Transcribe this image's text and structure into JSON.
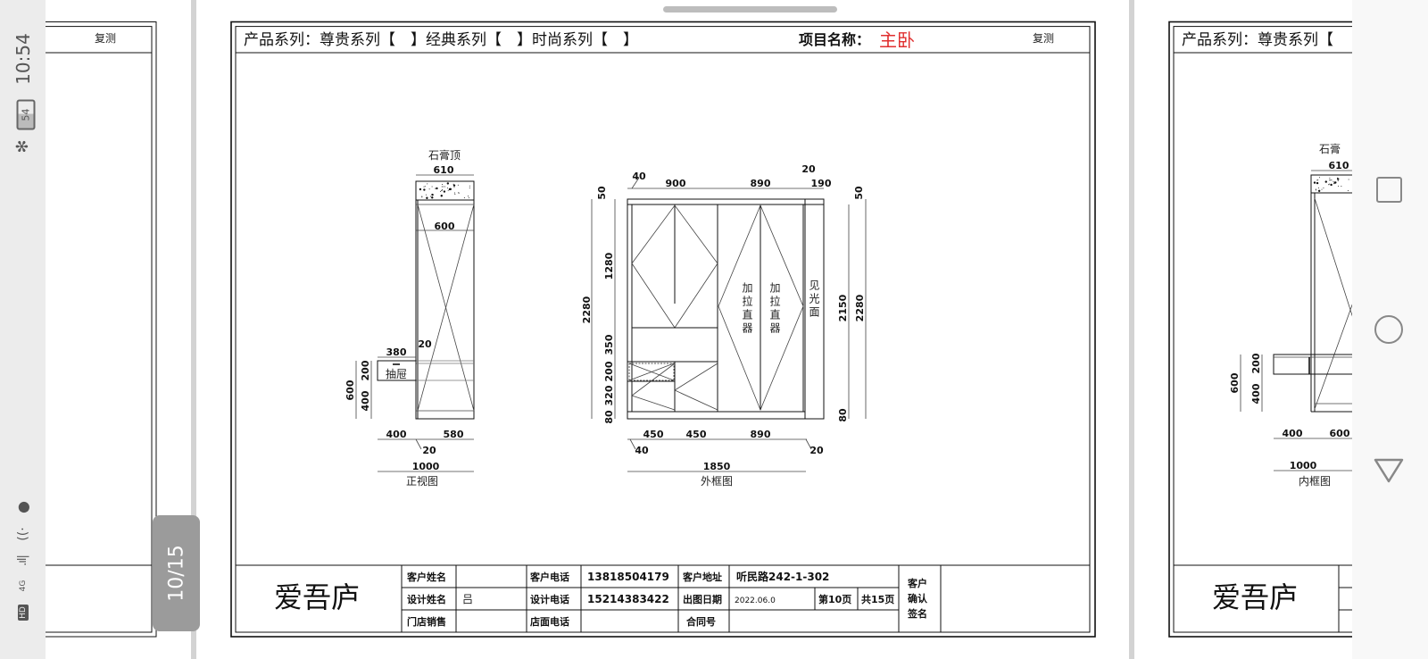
{
  "status_bar": {
    "time": "10:54",
    "battery": "54",
    "network": "4G",
    "hd": "HD"
  },
  "viewer": {
    "page_indicator": "10/15"
  },
  "prev_page": {
    "remeasure": "复测"
  },
  "page": {
    "header": {
      "series_label": "产品系列：尊贵系列【　】经典系列【　】时尚系列【　】",
      "project_label": "项目名称：",
      "project_value": "主卧",
      "remeasure": "复测",
      "project_color": "#e03030"
    },
    "front_view": {
      "title": "正视图",
      "top_label": "石膏顶",
      "drawer_label": "抽屉",
      "dims": [
        "610",
        "600",
        "380",
        "20",
        "600",
        "200",
        "400",
        "400",
        "580",
        "20",
        "1000"
      ]
    },
    "outer_view": {
      "title": "外框图",
      "slider_label": "加拉直器",
      "side_label": "见光面",
      "dims": [
        "40",
        "900",
        "890",
        "20",
        "190",
        "50",
        "1280",
        "350",
        "200",
        "320",
        "80",
        "2280",
        "50",
        "2150",
        "2280",
        "80",
        "450",
        "450",
        "890",
        "40",
        "20",
        "1850"
      ]
    },
    "title_block": {
      "logo": "爱吾庐",
      "customer_name_label": "客户姓名",
      "customer_name": "",
      "customer_phone_label": "客户电话",
      "customer_phone": "13818504179",
      "customer_address_label": "客户地址",
      "customer_address": "听民路242-1-302",
      "designer_name_label": "设计姓名",
      "designer_name": "吕",
      "designer_phone_label": "设计电话",
      "designer_phone": "15214383422",
      "issue_date_label": "出图日期",
      "issue_date": "2022.06.0",
      "page_no": "第10页",
      "page_total": "共15页",
      "store_sales_label": "门店销售",
      "store_phone_label": "店面电话",
      "contract_no_label": "合同号",
      "confirm_label": [
        "客户",
        "确认",
        "签名"
      ]
    }
  },
  "next_page": {
    "header_partial": "产品系列：尊贵系列【",
    "top_label": "石膏",
    "title": "内框图",
    "logo": "爱吾庐",
    "dims": [
      "610",
      "600",
      "200",
      "400",
      "400",
      "600",
      "1000"
    ]
  }
}
